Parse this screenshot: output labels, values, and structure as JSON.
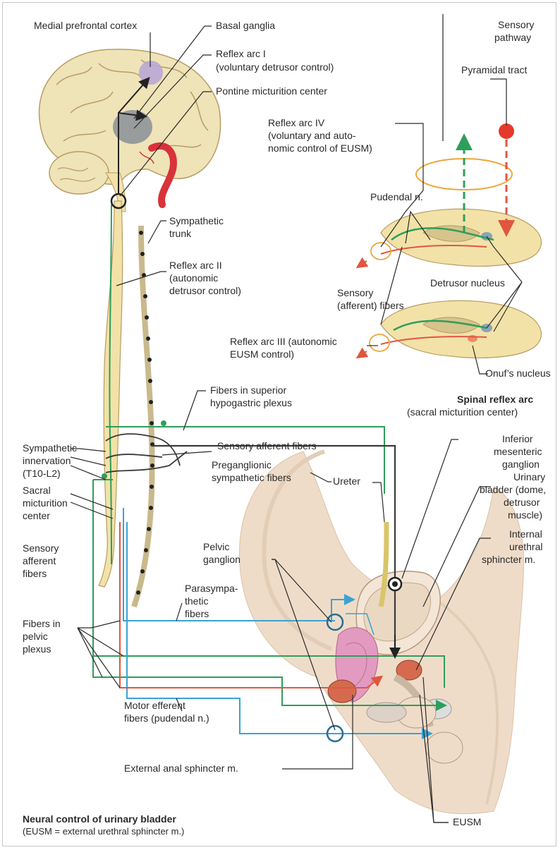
{
  "labels": {
    "medial_prefrontal_cortex": "Medial prefrontal cortex",
    "basal_ganglia": "Basal ganglia",
    "reflex_arc_1_l1": "Reflex arc I",
    "reflex_arc_1_l2": "(voluntary detrusor control)",
    "pontine_micturition_center": "Pontine micturition center",
    "sensory_pathway_l1": "Sensory",
    "sensory_pathway_l2": "pathway",
    "pyramidal_tract": "Pyramidal tract",
    "reflex_arc_4_l1": "Reflex arc IV",
    "reflex_arc_4_l2": "(voluntary and auto-",
    "reflex_arc_4_l3": "nomic control of EUSM)",
    "pudendal_n": "Pudendal n.",
    "sympathetic_trunk_l1": "Sympathetic",
    "sympathetic_trunk_l2": "trunk",
    "reflex_arc_2_l1": "Reflex arc II",
    "reflex_arc_2_l2": "(autonomic",
    "reflex_arc_2_l3": "detrusor control)",
    "sensory_afferent_fibers_top_l1": "Sensory",
    "sensory_afferent_fibers_top_l2": "(afferent) fibers",
    "detrusor_nucleus": "Detrusor nucleus",
    "reflex_arc_3_l1": "Reflex arc III (autonomic",
    "reflex_arc_3_l2": "EUSM control)",
    "onufs_nucleus": "Onuf’s nucleus",
    "spinal_reflex_arc_title": "Spinal reflex arc",
    "spinal_reflex_arc_sub": "(sacral micturition center)",
    "fibers_superior_l1": "Fibers in superior",
    "fibers_superior_l2": "hypogastric plexus",
    "sensory_afferent_fibers_mid": "Sensory afferent fibers",
    "sympathetic_innervation_l1": "Sympathetic",
    "sympathetic_innervation_l2": "innervation",
    "sympathetic_innervation_l3": "(T10-L2)",
    "inferior_mesenteric_l1": "Inferior",
    "inferior_mesenteric_l2": "mesenteric",
    "inferior_mesenteric_l3": "ganglion",
    "preganglionic_l1": "Preganglionic",
    "preganglionic_l2": "sympathetic fibers",
    "ureter": "Ureter",
    "urinary_bladder_l1": "Urinary",
    "urinary_bladder_l2": "bladder (dome,",
    "urinary_bladder_l3": "detrusor",
    "urinary_bladder_l4": "muscle)",
    "sacral_micturition_l1": "Sacral",
    "sacral_micturition_l2": "micturition",
    "sacral_micturition_l3": "center",
    "pelvic_ganglion_l1": "Pelvic",
    "pelvic_ganglion_l2": "ganglion",
    "internal_urethral_l1": "Internal",
    "internal_urethral_l2": "urethral",
    "internal_urethral_l3": "sphincter m.",
    "sensory_afferent_left_l1": "Sensory",
    "sensory_afferent_left_l2": "afferent",
    "sensory_afferent_left_l3": "fibers",
    "parasympathetic_l1": "Parasympa-",
    "parasympathetic_l2": "thetic",
    "parasympathetic_l3": "fibers",
    "fibers_pelvic_l1": "Fibers in",
    "fibers_pelvic_l2": "pelvic",
    "fibers_pelvic_l3": "plexus",
    "motor_efferent_l1": "Motor efferent",
    "motor_efferent_l2": "fibers (pudendal n.)",
    "external_anal_sphincter": "External anal sphincter m.",
    "eusm": "EUSM",
    "caption_title": "Neural control of urinary bladder",
    "caption_sub": "(EUSM = external urethral sphincter m.)"
  },
  "colors": {
    "sensory_green": "#2e9e5b",
    "parasympathetic_blue": "#3aa3d3",
    "motor_red": "#e2553f",
    "sympathetic_dark": "#3a3a3a",
    "neural_tissue": "#f2e2a8",
    "brain_tissue": "#efe3b8",
    "skin": "#efdcc8",
    "prefrontal_violet": "#b9a6d6",
    "basal_ganglia_gray": "#8a8f96",
    "artery_red": "#d8323a",
    "bladder_pink": "#e39ac0"
  }
}
